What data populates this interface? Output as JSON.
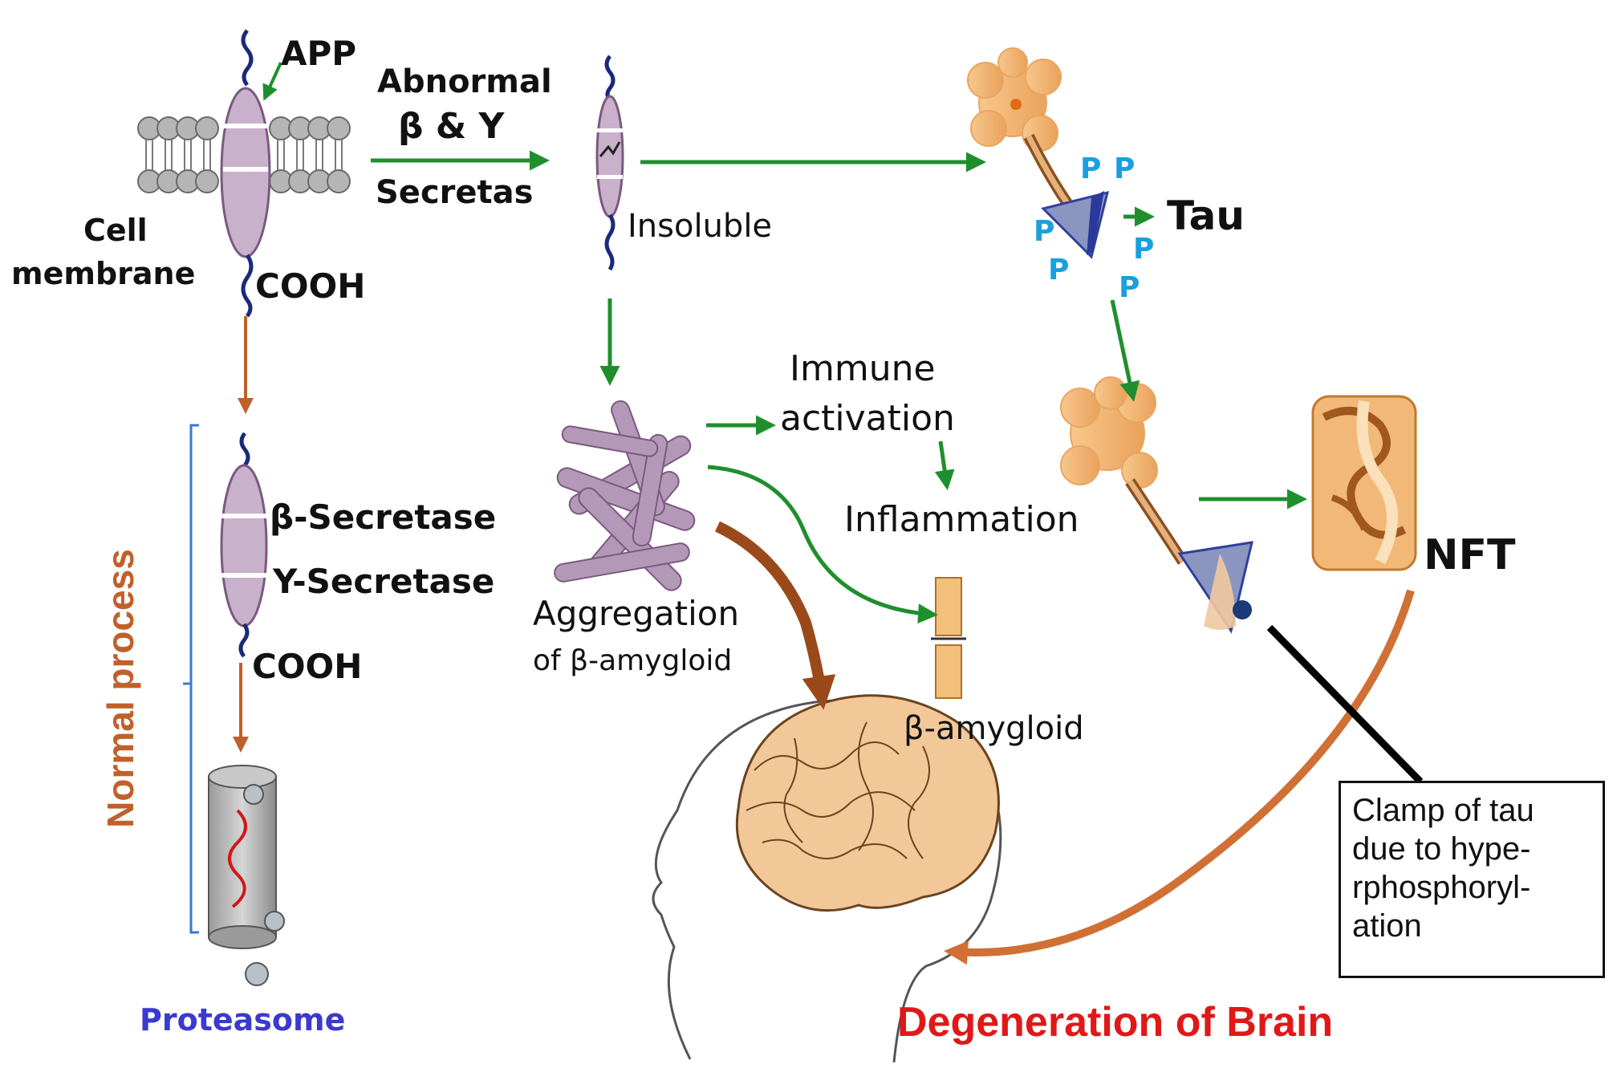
{
  "labels": {
    "app": "APP",
    "abnormal": "Abnormal",
    "beta_gamma": "β & Y",
    "secretas": "Secretas",
    "cell": "Cell",
    "membrane": "membrane",
    "cooh_top": "COOH",
    "insoluble": "Insoluble",
    "tau": "Tau",
    "phospho": "P",
    "immune": "Immune",
    "activation": "activation",
    "inflammation": "Inflammation",
    "beta_secretase": "β-Secretase",
    "y_secretase": "Y-Secretase",
    "cooh_bottom": "COOH",
    "aggregation": "Aggregation",
    "of_beta_amyloid": "of β-amygloid",
    "beta_amyloid": "β-amygloid",
    "nft": "NFT",
    "normal_process": "Normal process",
    "proteasome": "Proteasome",
    "degeneration": "Degeneration of Brain",
    "clamp_lines": [
      "Clamp of tau",
      "due to hype-",
      "rphosphoryl-",
      "ation"
    ]
  },
  "colors": {
    "green_arrow": "#1f8f2e",
    "orange_arrow": "#c0602a",
    "brown_arrow": "#9a4a1a",
    "orange_text": "#c0602a",
    "blue_text": "#3a3ad0",
    "red_text": "#e01818",
    "p_color": "#1aa0e0",
    "protein": "#c9b1cc",
    "membrane_bead": "#b5b5b5"
  }
}
